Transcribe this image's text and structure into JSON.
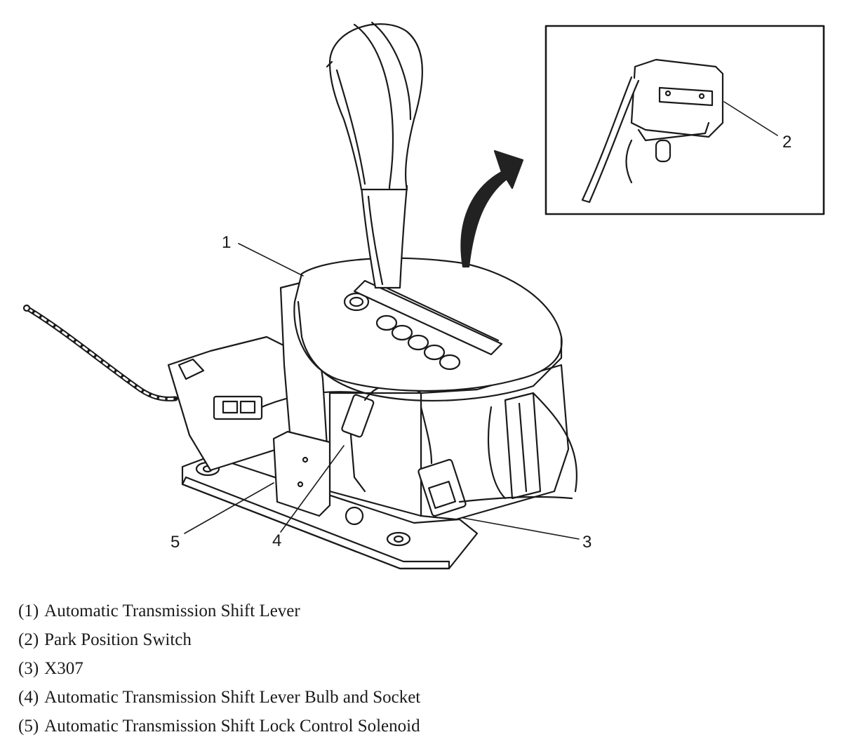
{
  "callouts": [
    {
      "num": "1"
    },
    {
      "num": "2"
    },
    {
      "num": "3"
    },
    {
      "num": "4"
    },
    {
      "num": "5"
    }
  ],
  "legend": [
    {
      "num": "(1)",
      "label": "Automatic Transmission Shift Lever"
    },
    {
      "num": "(2)",
      "label": "Park Position Switch"
    },
    {
      "num": "(3)",
      "label": "X307"
    },
    {
      "num": "(4)",
      "label": "Automatic Transmission Shift Lever Bulb and Socket"
    },
    {
      "num": "(5)",
      "label": "Automatic Transmission Shift Lock Control Solenoid"
    }
  ],
  "colors": {
    "line": "#1a1a1a",
    "fill": "#ffffff",
    "arrow": "#222222"
  }
}
